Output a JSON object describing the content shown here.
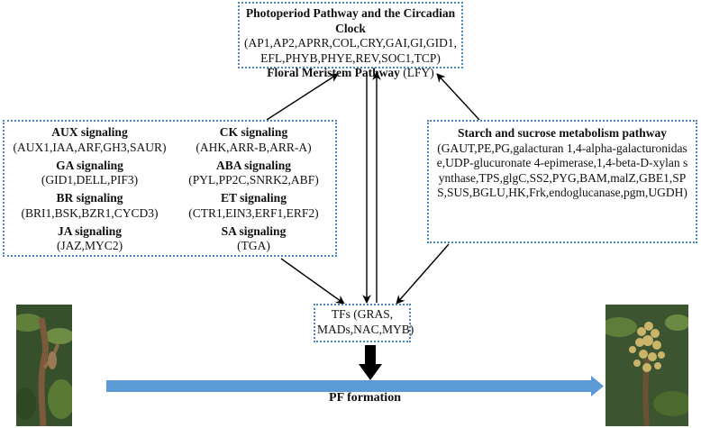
{
  "top_box": {
    "title": "Photoperiod Pathway and the Circadian Clock",
    "genes": "(AP1,AP2,APRR,COL,CRY,GAI,GI,GID1,EFL,PHYB,PHYE,REV,SOC1,TCP)",
    "floral_title": "Floral Meristem Pathway",
    "floral_genes": " (LFY)"
  },
  "left_box": {
    "left_column": [
      {
        "title": "AUX signaling",
        "genes": "(AUX1,IAA,ARF,GH3,SAUR)"
      },
      {
        "title": "GA signaling",
        "genes": "(GID1,DELL,PIF3)"
      },
      {
        "title": "BR signaling",
        "genes": "(BRI1,BSK,BZR1,CYCD3)"
      },
      {
        "title": "JA signaling",
        "genes": "(JAZ,MYC2)"
      }
    ],
    "right_column": [
      {
        "title": "CK signaling",
        "genes": "(AHK,ARR-B,ARR-A)"
      },
      {
        "title": "ABA signaling",
        "genes": "(PYL,PP2C,SNRK2,ABF)"
      },
      {
        "title": "ET signaling",
        "genes": "(CTR1,EIN3,ERF1,ERF2)"
      },
      {
        "title": "SA signaling",
        "genes": "(TGA)"
      }
    ]
  },
  "right_box": {
    "title": "Starch and sucrose metabolism pathway",
    "genes": "(GAUT,PE,PG,galacturan 1,4-alpha-galacturonidase,UDP-glucuronate 4-epimerase,1,4-beta-D-xylan synthase,TPS,glgC,SS2,PYG,BAM,malZ,GBE1,SPS,SUS,BGLU,HK,Frk,endoglucanase,pgm,UGDH)"
  },
  "tfs_box": {
    "text": "TFs (GRAS, MADs,NAC,MYB)"
  },
  "bottom": {
    "label": "PF formation"
  },
  "colors": {
    "box_border": "#4a86c5",
    "progress_arrow": "#5b9bd5",
    "arrows": "#000000"
  }
}
